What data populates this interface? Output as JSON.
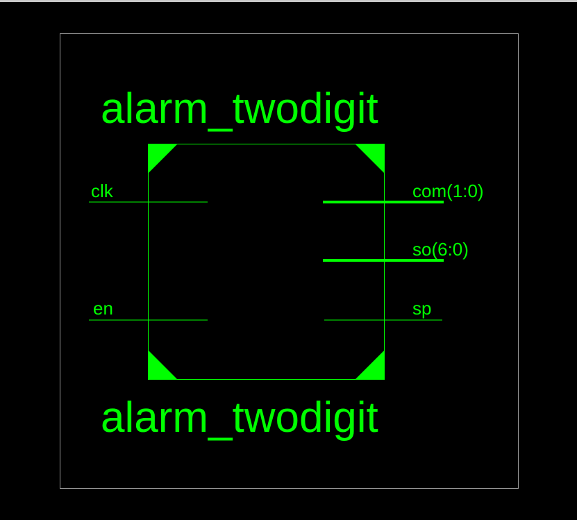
{
  "symbol": {
    "name_top": "alarm_twodigit",
    "name_bottom": "alarm_twodigit",
    "color": "#00ff00",
    "background": "#000000",
    "border_color": "#9a9a9a"
  },
  "pins": {
    "inputs": [
      {
        "name": "clk",
        "bus": false
      },
      {
        "name": "en",
        "bus": false
      }
    ],
    "outputs": [
      {
        "name": "com(1:0)",
        "bus": true
      },
      {
        "name": "so(6:0)",
        "bus": true
      },
      {
        "name": "sp",
        "bus": false
      }
    ]
  }
}
